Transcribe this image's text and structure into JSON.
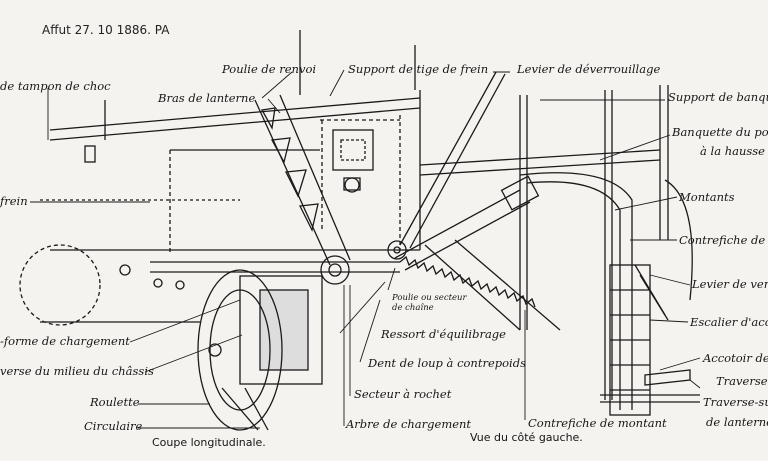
{
  "header_note": "Affut 27. 10 1886. PA",
  "captions": {
    "left": "Coupe longitudinale.",
    "right": "Vue du côté gauche."
  },
  "labels": {
    "tampon_de_choc": "de tampon de choc",
    "frein": "frein",
    "plateforme": "-forme de chargement",
    "traverse_milieu": "verse du milieu du châssis",
    "roulette": "Roulette",
    "circulaire": "Circulaire",
    "poulie_de_renvoi": "Poulie de renvoi",
    "bras_de_lanterne": "Bras de lanterne",
    "support_tige_frein": "Support de tige de frein",
    "levier_deverrouillage": "Levier de déverrouillage",
    "poulie_secteur": "Poulie ou secteur de chaîne",
    "ressort_equilibrage": "Ressort d'équilibrage",
    "dent_de_loup": "Dent de loup à contrepoids",
    "secteur_rochet": "Secteur à rochet",
    "arbre_chargement": "Arbre de chargement",
    "support_banquette": "Support de banquette",
    "banquette_pointeur": "Banquette du poin",
    "a_la_hausse": "à la hausse",
    "montants": "Montants",
    "contrefiche_banquette": "Contrefiche de banq",
    "levier_verrou": "Levier de verrou",
    "escalier_acces": "Escalier d'accè",
    "accotoir": "Accotoir de b",
    "traverse_a": "Traverse d'a",
    "traverse_support": "Traverse-supp",
    "de_lanterne": "de lanterne",
    "contrefiche_montant": "Contrefiche de montant"
  }
}
